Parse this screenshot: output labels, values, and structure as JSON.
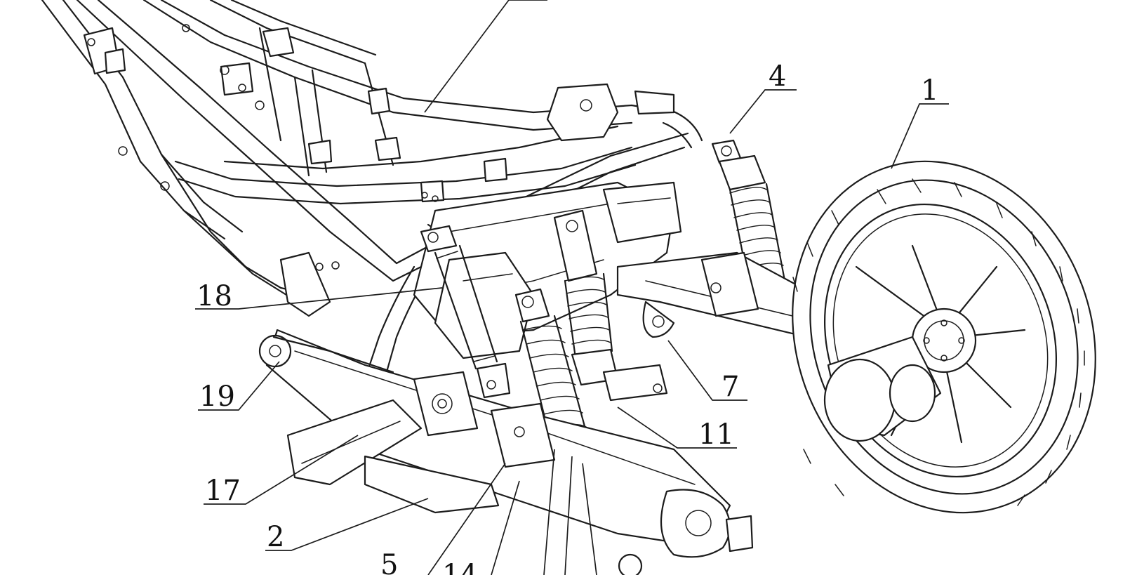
{
  "diagram": {
    "callouts": [
      {
        "id": "1",
        "label": "1"
      },
      {
        "id": "2",
        "label": "2"
      },
      {
        "id": "4",
        "label": "4"
      },
      {
        "id": "5",
        "label": "5"
      },
      {
        "id": "7",
        "label": "7"
      },
      {
        "id": "11",
        "label": "11"
      },
      {
        "id": "14",
        "label": "14"
      },
      {
        "id": "17",
        "label": "17"
      },
      {
        "id": "18",
        "label": "18"
      },
      {
        "id": "19",
        "label": "19"
      }
    ]
  }
}
